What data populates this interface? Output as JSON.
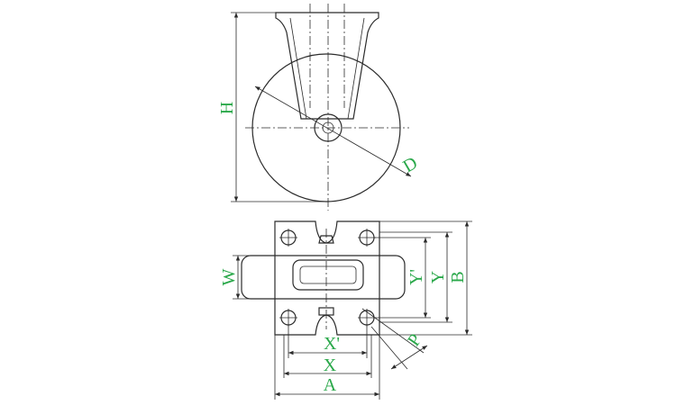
{
  "labels": {
    "H": "H",
    "D": "D",
    "W": "W",
    "Y_prime": "Y'",
    "Y": "Y",
    "B": "B",
    "X_prime": "X'",
    "X": "X",
    "A": "A",
    "P": "P"
  },
  "colors": {
    "linework": "#2b2b2b",
    "dimension_text": "#2aa84a",
    "background": "#ffffff"
  }
}
